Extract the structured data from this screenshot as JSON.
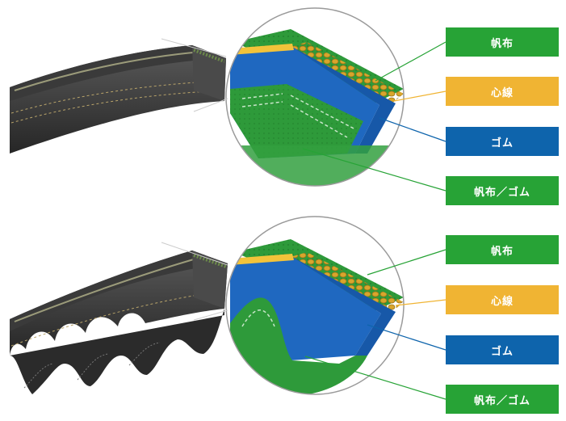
{
  "diagrams": [
    {
      "id": "wrapped",
      "labels": [
        {
          "text": "帆布",
          "color": "#27a336"
        },
        {
          "text": "心線",
          "color": "#f0b433"
        },
        {
          "text": "ゴム",
          "color": "#0e64ac"
        },
        {
          "text": "帆布／ゴム",
          "color": "#27a336"
        }
      ]
    },
    {
      "id": "cogged",
      "labels": [
        {
          "text": "帆布",
          "color": "#27a336"
        },
        {
          "text": "心線",
          "color": "#f0b433"
        },
        {
          "text": "ゴム",
          "color": "#0e64ac"
        },
        {
          "text": "帆布／ゴム",
          "color": "#27a336"
        }
      ]
    }
  ]
}
